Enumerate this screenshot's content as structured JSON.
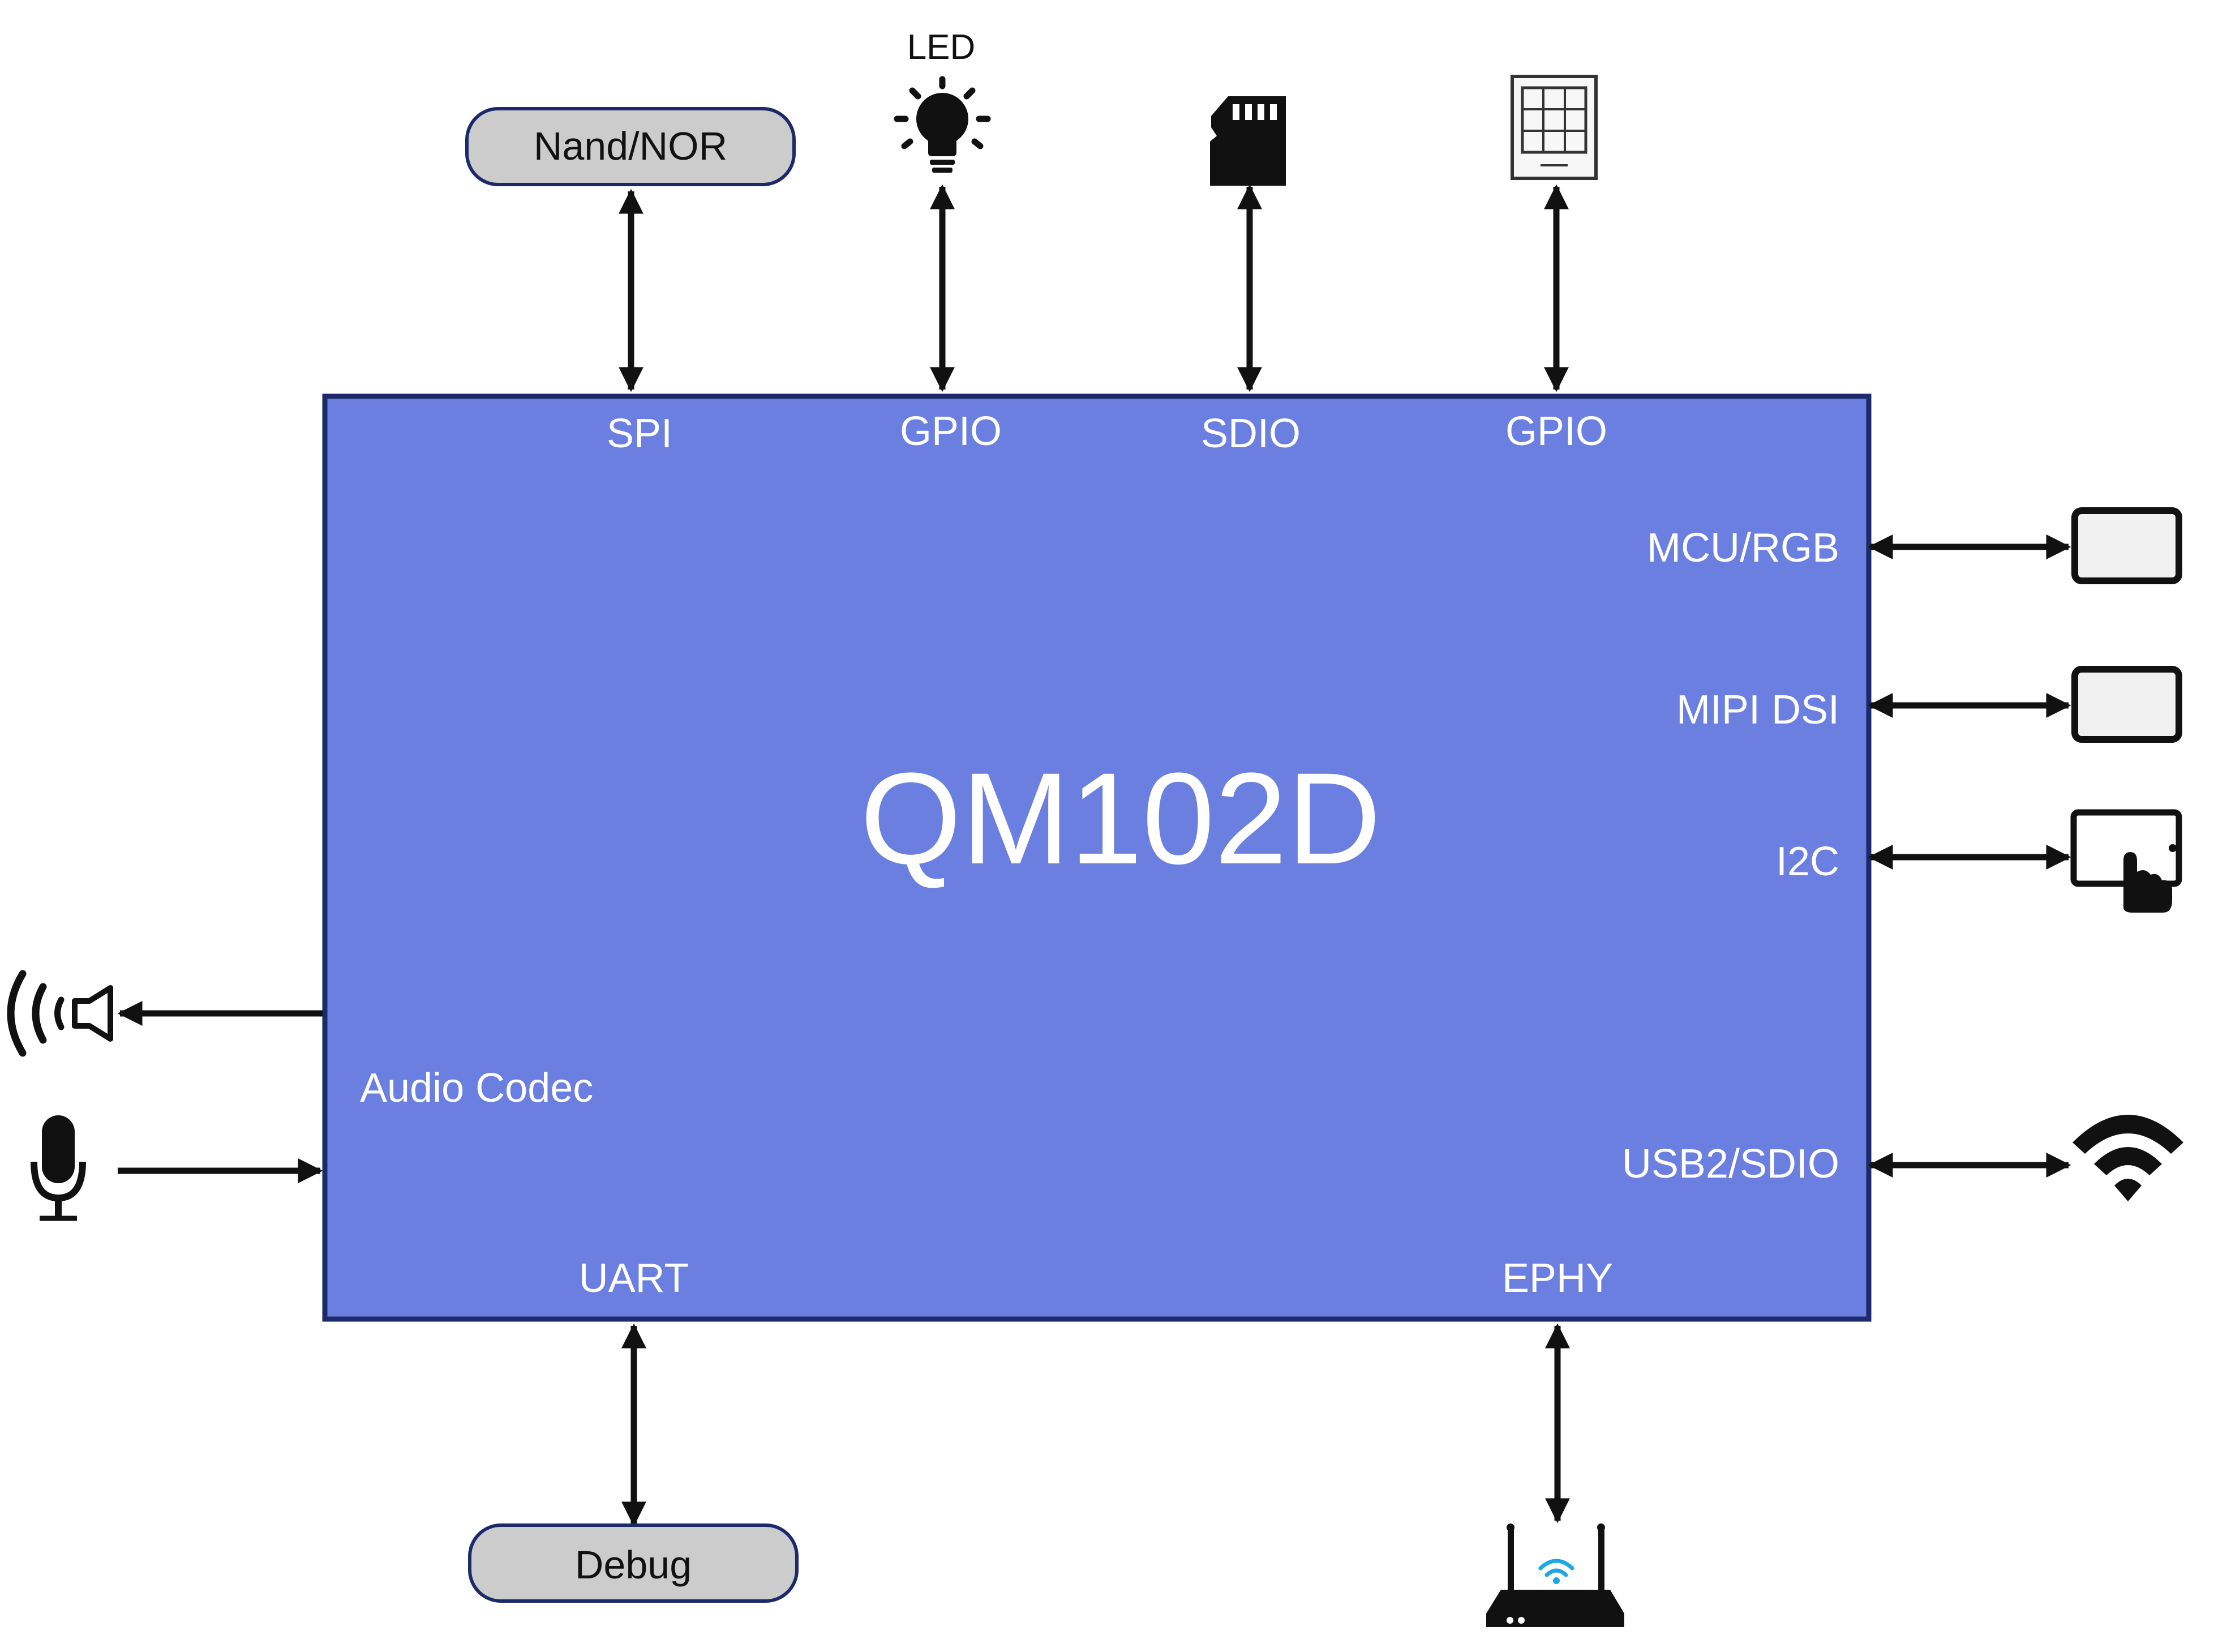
{
  "chip": {
    "name": "QM102D",
    "fill_color": "#6b7fe0",
    "border_color": "#1c2a6b"
  },
  "interfaces": {
    "spi": "SPI",
    "gpio_led": "GPIO",
    "sdio": "SDIO",
    "gpio_keypad": "GPIO",
    "mcu_rgb": "MCU/RGB",
    "mipi_dsi": "MIPI DSI",
    "i2c": "I2C",
    "audio_codec": "Audio Codec",
    "usb2_sdio": "USB2/SDIO",
    "uart": "UART",
    "ephy": "EPHY"
  },
  "peripherals": {
    "nand_nor": "Nand/NOR",
    "led": "LED",
    "debug": "Debug"
  },
  "icons": {
    "led": "lightbulb-icon",
    "sd_card": "sd-card-icon",
    "keypad": "keypad-icon",
    "display_mcu": "display-icon",
    "display_mipi": "display-icon",
    "touchscreen": "touchscreen-icon",
    "speaker": "speaker-icon",
    "microphone": "microphone-icon",
    "wifi": "wifi-icon",
    "router": "router-icon"
  },
  "colors": {
    "text_on_chip": "#ffffff",
    "pill_fill": "#cccccc",
    "line": "#111111",
    "wifi_accent": "#1ea7e6"
  }
}
